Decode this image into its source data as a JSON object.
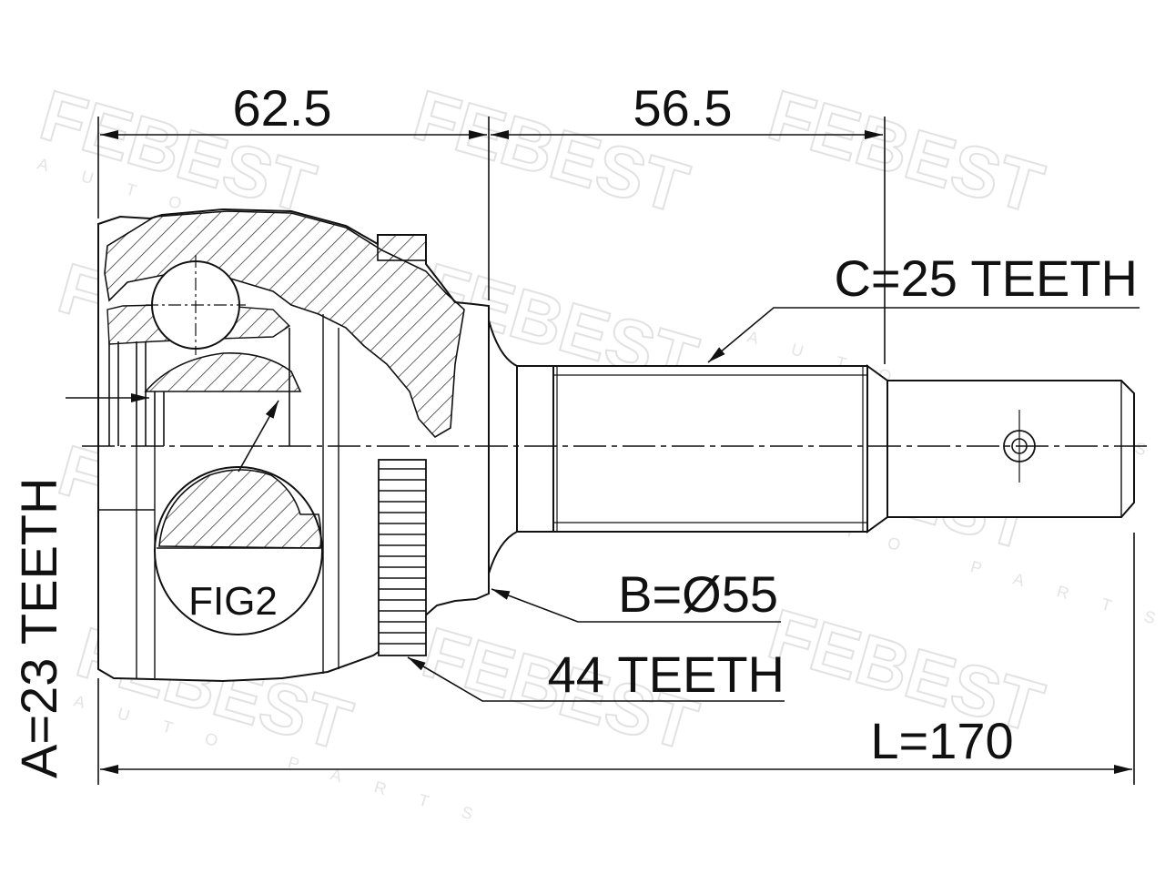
{
  "watermark": {
    "brand": "FEBEST",
    "sub": "AUTO PARTS"
  },
  "dimensions": {
    "housing_length": "62.5",
    "shaft_length": "56.5",
    "total_length": "L=170"
  },
  "labels": {
    "spline_c": "C=25 TEETH",
    "diameter_b": "B=Ø55",
    "abs_ring": "44 TEETH",
    "spline_a": "A=23 TEETH",
    "detail": "FIG2"
  }
}
